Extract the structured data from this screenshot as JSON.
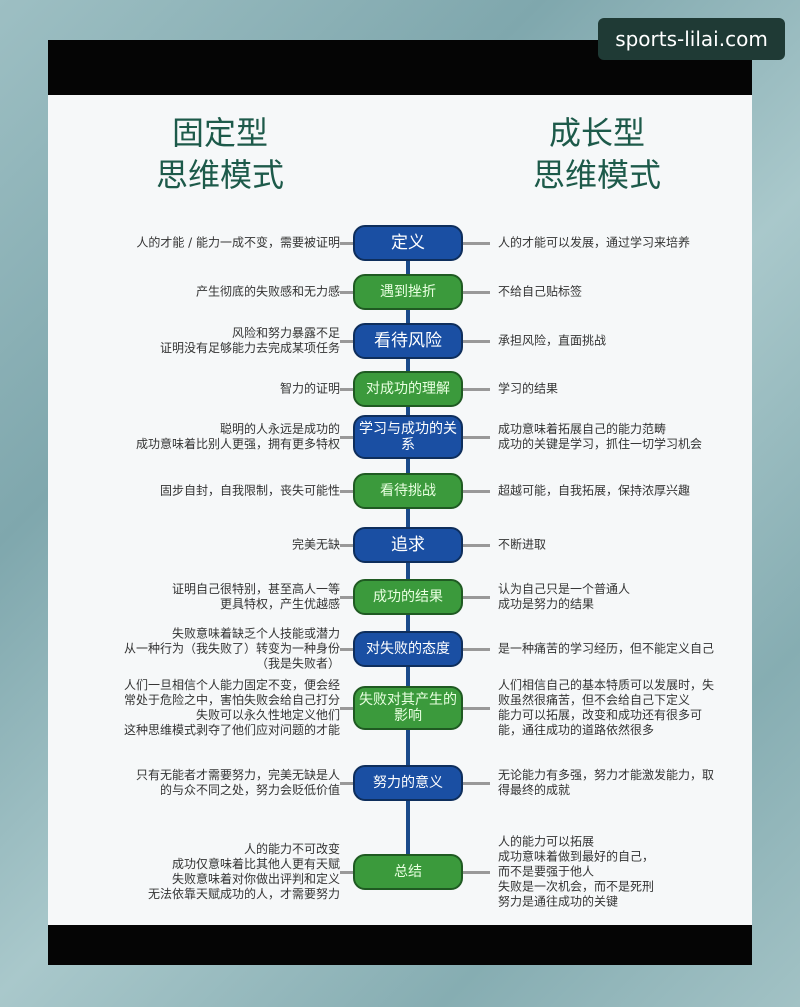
{
  "watermark": "sports-lilai.com",
  "titles": {
    "left": "固定型\n思维模式",
    "right": "成长型\n思维模式"
  },
  "colors": {
    "blue_node": "#1a4fa3",
    "green_node": "#3b9a3c",
    "title": "#1d5a4a",
    "spine": "#1a4a8a"
  },
  "rows": [
    {
      "label": "定义",
      "color": "blue",
      "left": "人的才能 / 能力一成不变，需要被证明",
      "right": "人的才能可以发展，通过学习来培养"
    },
    {
      "label": "遇到挫折",
      "color": "green",
      "left": "产生彻底的失败感和无力感",
      "right": "不给自己贴标签"
    },
    {
      "label": "看待风险",
      "color": "blue",
      "left": "风险和努力暴露不足\n证明没有足够能力去完成某项任务",
      "right": "承担风险，直面挑战"
    },
    {
      "label": "对成功的理解",
      "color": "green",
      "left": "智力的证明",
      "right": "学习的结果"
    },
    {
      "label": "学习与成功的关系",
      "color": "blue",
      "left": "聪明的人永远是成功的\n成功意味着比别人更强，拥有更多特权",
      "right": "成功意味着拓展自己的能力范畴\n成功的关键是学习，抓住一切学习机会"
    },
    {
      "label": "看待挑战",
      "color": "green",
      "left": "固步自封，自我限制，丧失可能性",
      "right": "超越可能，自我拓展，保持浓厚兴趣"
    },
    {
      "label": "追求",
      "color": "blue",
      "left": "完美无缺",
      "right": "不断进取"
    },
    {
      "label": "成功的结果",
      "color": "green",
      "left": "证明自己很特别，甚至高人一等\n更具特权，产生优越感",
      "right": "认为自己只是一个普通人\n成功是努力的结果"
    },
    {
      "label": "对失败的态度",
      "color": "blue",
      "left": "失败意味着缺乏个人技能或潜力\n从一种行为（我失败了）转变为一种身份\n（我是失败者）",
      "right": "是一种痛苦的学习经历，但不能定义自己"
    },
    {
      "label": "失败对其产生的影响",
      "color": "green",
      "left": "人们一旦相信个人能力固定不变，便会经\n常处于危险之中，害怕失败会给自己打分\n失败可以永久性地定义他们\n这种思维模式剥夺了他们应对问题的才能",
      "right": "人们相信自己的基本特质可以发展时，失\n败虽然很痛苦，但不会给自己下定义\n能力可以拓展，改变和成功还有很多可\n能，通往成功的道路依然很多"
    },
    {
      "label": "努力的意义",
      "color": "blue",
      "left": "只有无能者才需要努力，完美无缺是人\n的与众不同之处，努力会贬低价值",
      "right": "无论能力有多强，努力才能激发能力，取\n得最终的成就"
    },
    {
      "label": "总结",
      "color": "green",
      "left": "人的能力不可改变\n成功仅意味着比其他人更有天赋\n失败意味着对你做出评判和定义\n无法依靠天赋成功的人，才需要努力",
      "right": "人的能力可以拓展\n成功意味着做到最好的自己，\n而不是要强于他人\n失败是一次机会，而不是死刑\n努力是通往成功的关键"
    }
  ]
}
